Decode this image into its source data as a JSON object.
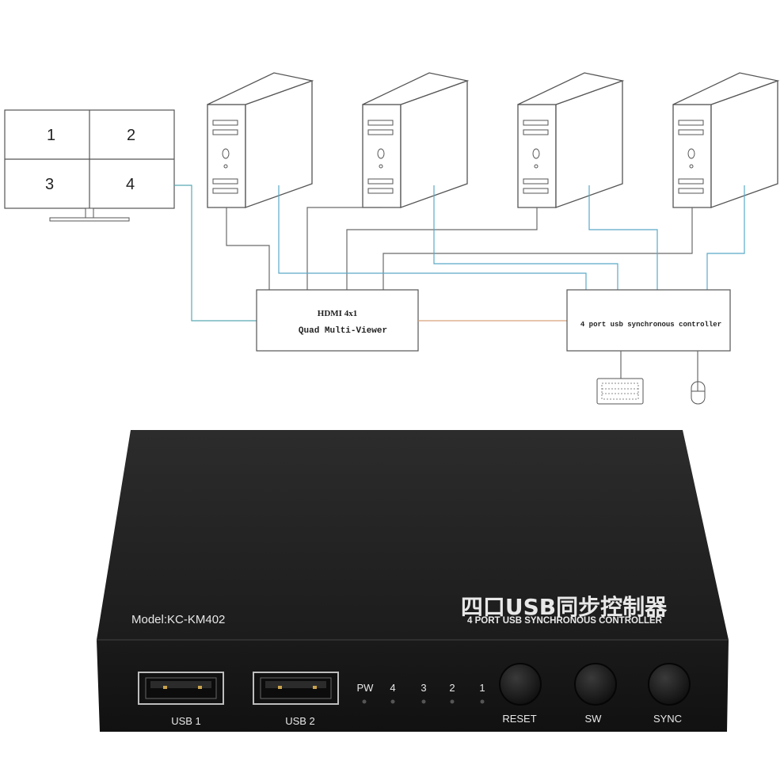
{
  "diagram": {
    "monitor": {
      "quadrants": [
        "1",
        "2",
        "3",
        "4"
      ]
    },
    "multiviewer": {
      "line1": "HDMI 4x1",
      "line2": "Quad Multi-Viewer"
    },
    "controller": {
      "label": "4 port usb synchronous controller"
    },
    "computers_count": 4,
    "peripherals": [
      "keyboard-icon",
      "mouse-icon"
    ],
    "colors": {
      "video_cable": "#5ba9b5",
      "usb_cable": "#5ba9c8",
      "power_cable": "#6a6a6a",
      "link_cable": "#d8a27a"
    }
  },
  "device": {
    "title_cn": "四口USB同步控制器",
    "title_en": "4 PORT USB SYNCHRONOUS CONTROLLER",
    "model": "Model:KC-KM402",
    "ports": [
      "USB 1",
      "USB 2"
    ],
    "leds": [
      "PW",
      "4",
      "3",
      "2",
      "1"
    ],
    "buttons": [
      "RESET",
      "SW",
      "SYNC"
    ],
    "colors": {
      "body": "#1f1f1f",
      "front": "#161616",
      "text": "#e8e8e8"
    }
  }
}
